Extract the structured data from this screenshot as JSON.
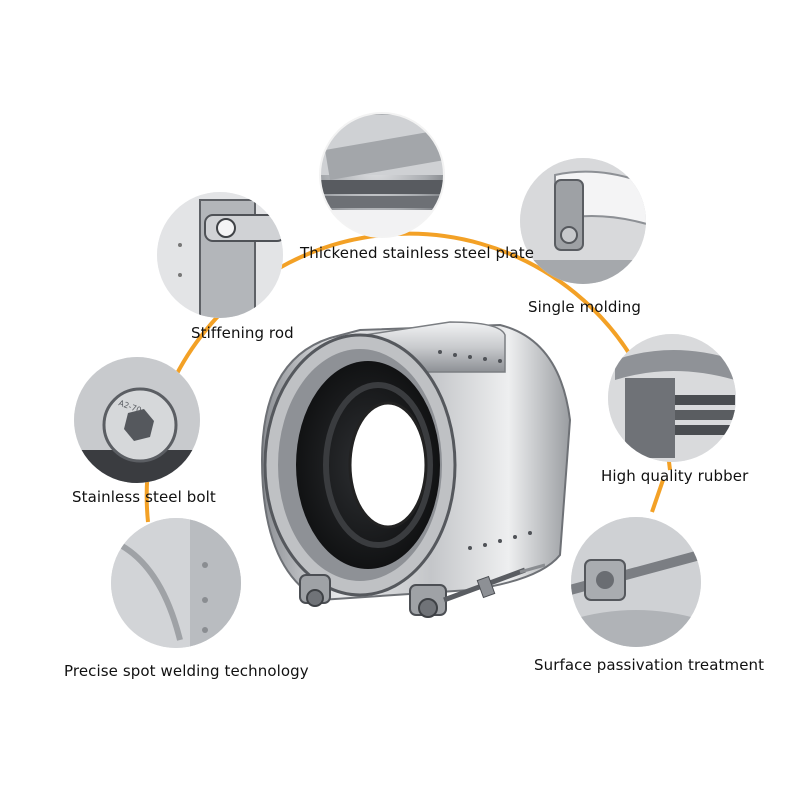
{
  "colors": {
    "arc": "#f3a126",
    "steel_light": "#e6e7e9",
    "steel_mid": "#b7b9bd",
    "steel_dark": "#55585d",
    "rubber": "#1e1f21"
  },
  "features": [
    {
      "id": "plate",
      "label": "Thickened stainless steel plate"
    },
    {
      "id": "molding",
      "label": "Single molding"
    },
    {
      "id": "rod",
      "label": "Stiffening rod"
    },
    {
      "id": "rubber",
      "label": "High quality rubber"
    },
    {
      "id": "bolt",
      "label": "Stainless steel bolt"
    },
    {
      "id": "weld",
      "label": "Precise spot welding technology"
    },
    {
      "id": "passiv",
      "label": "Surface passivation treatment"
    }
  ],
  "bolt_marking": "A2-70"
}
